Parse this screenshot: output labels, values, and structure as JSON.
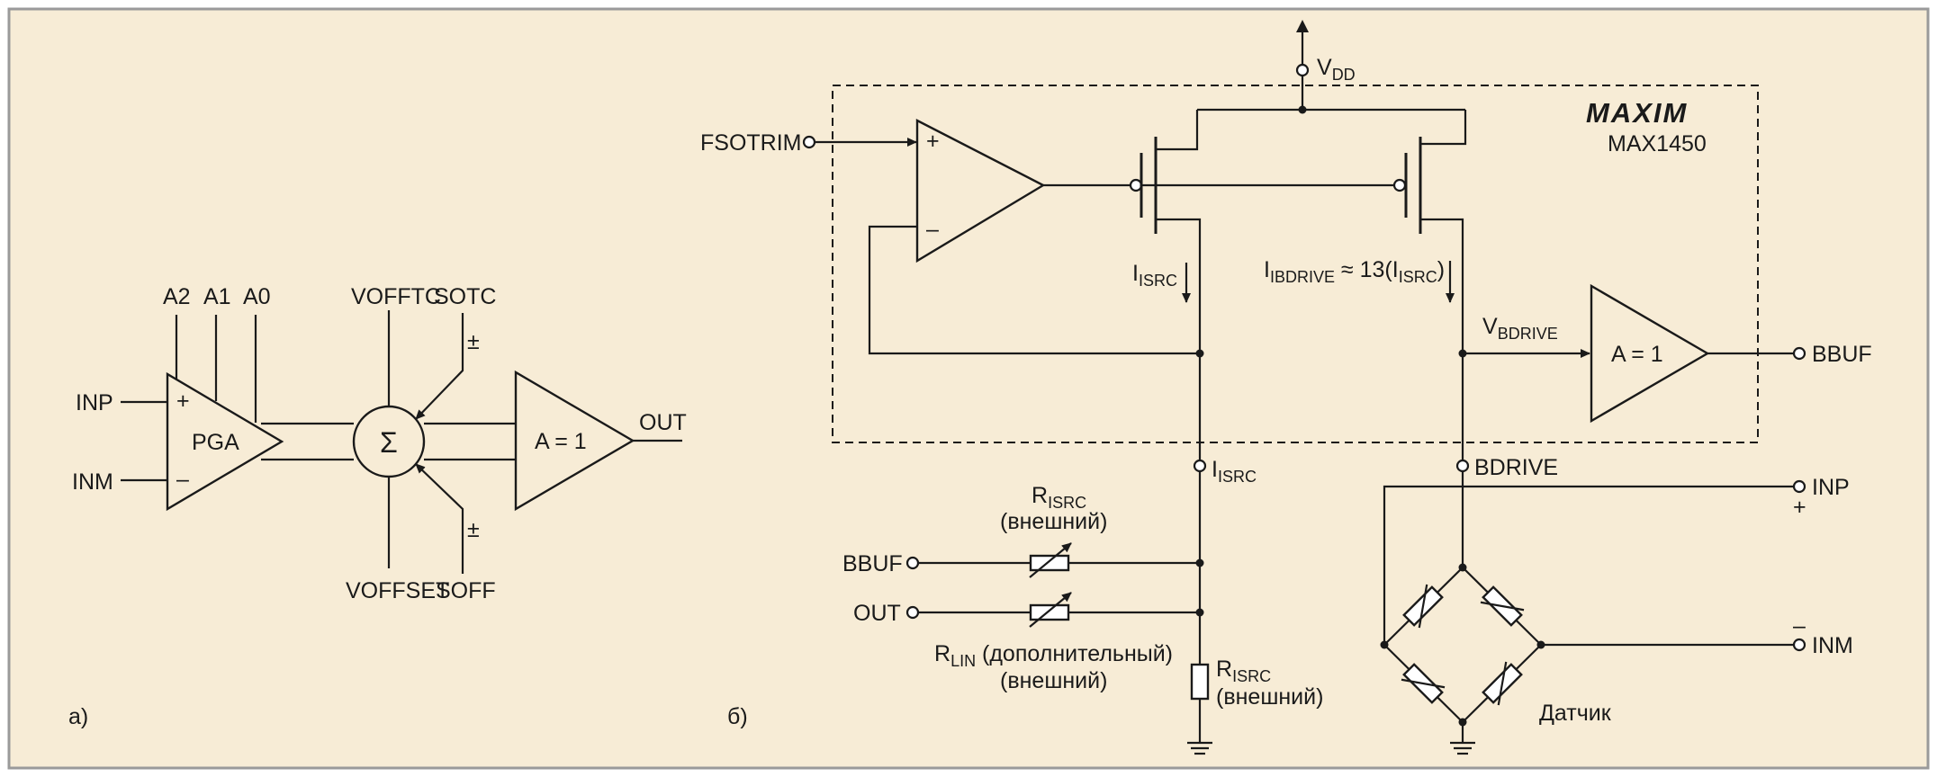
{
  "colors": {
    "background": "#f7ecd6",
    "frame": "#9a9a9a",
    "line": "#1a1a1a"
  },
  "panel_a": {
    "caption": "а)",
    "pins": {
      "a2": "A2",
      "a1": "A1",
      "a0": "A0",
      "inp": "INP",
      "inm": "INM",
      "out": "OUT"
    },
    "signs": {
      "plus": "+",
      "minus": "–",
      "pm": "±"
    },
    "pga_label": "PGA",
    "sum_symbol": "Σ",
    "buffer_label": "A = 1",
    "top_labels": {
      "vofftc": "VOFFTC",
      "sotc": "SOTC"
    },
    "bottom_labels": {
      "voffset": "VOFFSET",
      "soff": "SOFF"
    }
  },
  "panel_b": {
    "caption": "б)",
    "logo": "MAXIM",
    "part": "MAX1450",
    "vdd": {
      "main": "V",
      "sub": "DD"
    },
    "fsotrim": "FSOTRIM",
    "signs": {
      "plus": "+",
      "minus": "–"
    },
    "isrc_current": {
      "main": "I",
      "sub": "ISRC"
    },
    "ibdrive": {
      "main": "I",
      "sub": "IBDRIVE",
      "suffix1": " ≈ 13(I",
      "sub2": "ISRC",
      "suffix2": ")"
    },
    "vbdrive": {
      "main": "V",
      "sub": "BDRIVE"
    },
    "buffer_label": "A = 1",
    "bbuf_out": "BBUF",
    "isrc_pin": {
      "main": "I",
      "sub": "ISRC"
    },
    "bdrive_pin": "BDRIVE",
    "rtop": {
      "main": "R",
      "sub": "ISRC",
      "note": "(внешний)"
    },
    "bbuf_in": "BBUF",
    "out_in": "OUT",
    "rlin": {
      "main": "R",
      "sub": "LIN",
      "suffix": " (дополнительный)",
      "note": "(внешний)"
    },
    "rbot": {
      "main": "R",
      "sub": "ISRC",
      "note": "(внешний)"
    },
    "inp": "INP",
    "inm": "INM",
    "inp_sign": "+",
    "inm_sign": "–",
    "sensor": "Датчик"
  }
}
